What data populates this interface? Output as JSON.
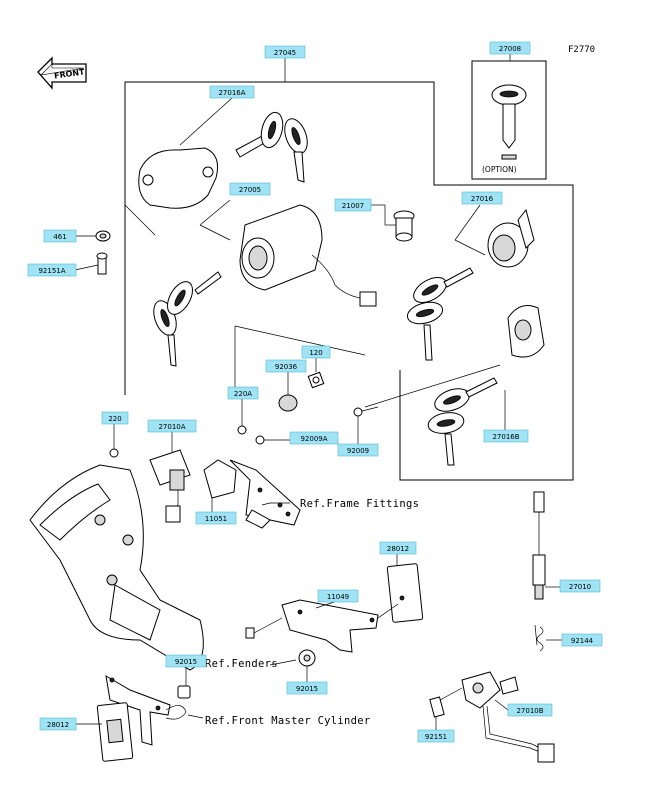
{
  "diagram_code": "F2770",
  "front_badge": "FRONT",
  "option_note": "(OPTION)",
  "refs": {
    "frame_fittings": "Ref.Frame Fittings",
    "fenders": "Ref.Fenders",
    "front_master_cylinder": "Ref.Front Master Cylinder"
  },
  "labels": {
    "p27045": "27045",
    "p27008": "27008",
    "p27016A": "27016A",
    "p27005": "27005",
    "p21007": "21007",
    "p27016": "27016",
    "p461": "461",
    "p92151A": "92151A",
    "p120": "120",
    "p92036": "92036",
    "p220A": "220A",
    "p220": "220",
    "p27010A": "27010A",
    "p92009A": "92009A",
    "p92009": "92009",
    "p27016B": "27016B",
    "p11051": "11051",
    "p28012a": "28012",
    "p11049": "11049",
    "p27010": "27010",
    "p92144": "92144",
    "p92015a": "92015",
    "p92015b": "92015",
    "p28012b": "28012",
    "p92151": "92151",
    "p27010B": "27010B"
  }
}
